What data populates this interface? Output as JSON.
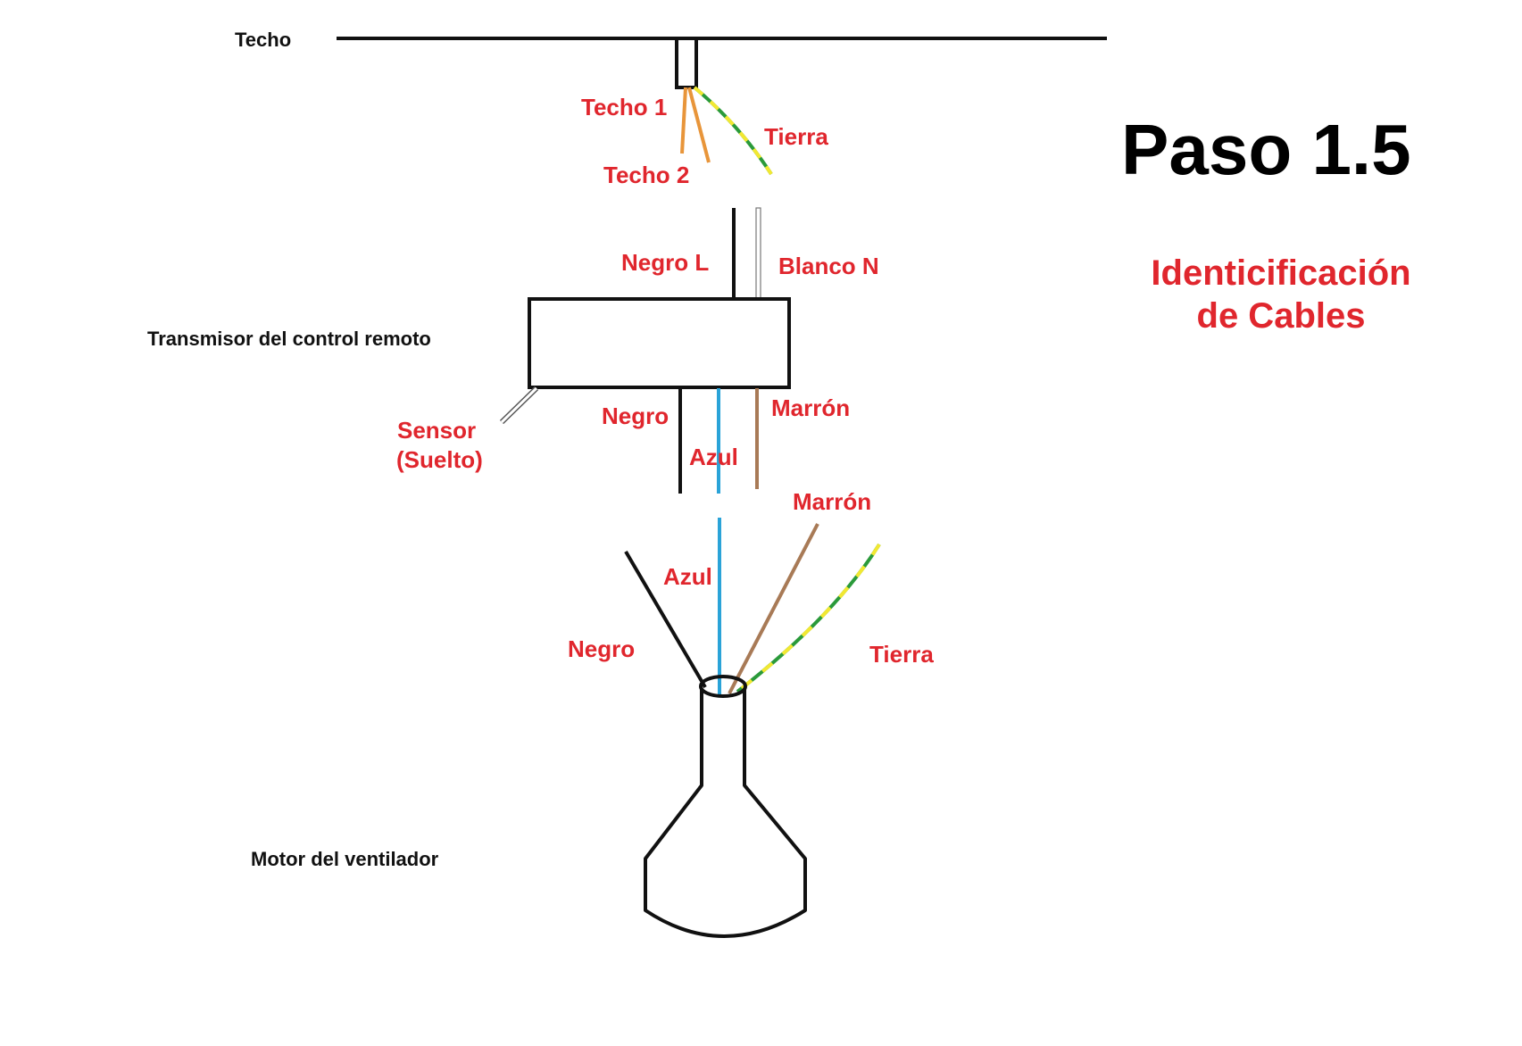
{
  "title": "Paso 1.5",
  "subtitle": {
    "line1": "Identicificación",
    "line2": "de Cables"
  },
  "components": {
    "ceiling": "Techo",
    "transmitter": "Transmisor del control remoto",
    "motor": "Motor del ventilador"
  },
  "wires": {
    "ceiling_1": "Techo 1",
    "ceiling_2": "Techo 2",
    "ceiling_ground": "Tierra",
    "transmitter_in_line": "Negro L",
    "transmitter_in_neutral": "Blanco N",
    "sensor_line1": "Sensor",
    "sensor_line2": "(Suelto)",
    "transmitter_out_black": "Negro",
    "transmitter_out_blue": "Azul",
    "transmitter_out_brown": "Marrón",
    "motor_brown": "Marrón",
    "motor_blue": "Azul",
    "motor_black": "Negro",
    "motor_ground": "Tierra"
  },
  "colors": {
    "label_red": "#e0262d",
    "black_wire": "#111111",
    "orange_wire": "#e8953a",
    "blue_wire": "#2aa3d8",
    "brown_wire": "#a87a56",
    "ground_green": "#2a9a3a",
    "ground_yellow": "#f2e832"
  }
}
